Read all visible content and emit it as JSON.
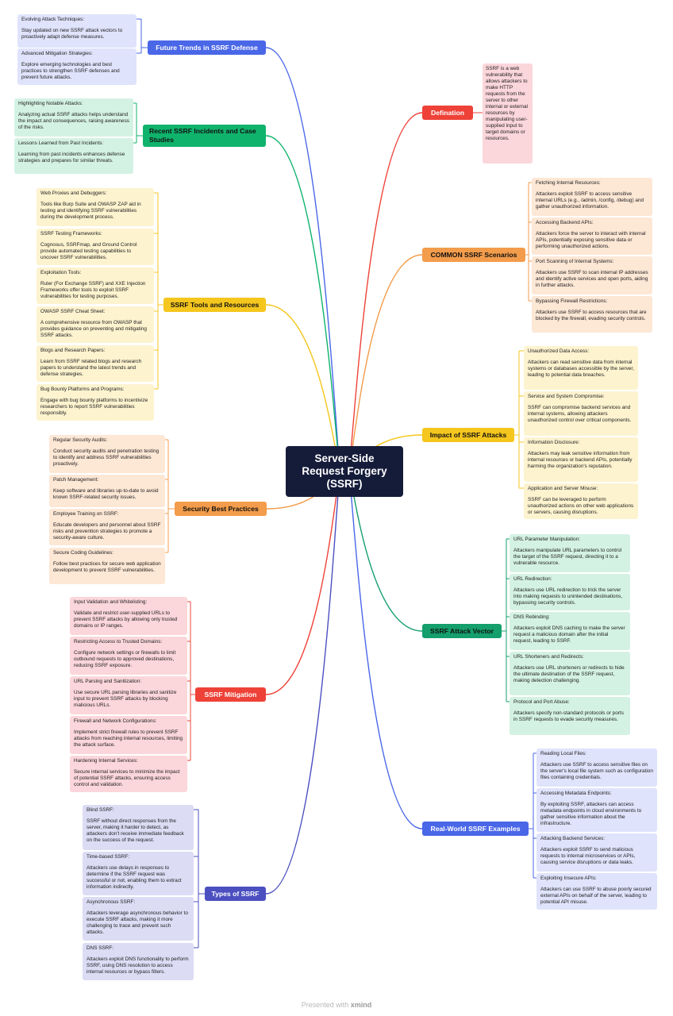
{
  "center": {
    "lines": [
      "Server-Side",
      "Request Forgery",
      "(SSRF)"
    ]
  },
  "colors": {
    "blue": "#4a67e8",
    "green": "#0fb36c",
    "yellow": "#f5c61e",
    "orange": "#f39c4b",
    "red": "#ee4238",
    "indigo": "#4b4fc0",
    "teal": "#149f6d"
  },
  "topics": [
    {
      "id": "future",
      "label": "Future Trends in SSRF Defense",
      "color": "#4a67e8",
      "text": "#ffffff",
      "cardBg": "#dfe3fb",
      "items": [
        {
          "title": "Evolving Attack Techniques:",
          "body": "Stay updated on new SSRF attack vectors to proactively adapt defense measures."
        },
        {
          "title": "Advanced Mitigation Strategies:",
          "body": "Explore emerging technologies and best practices to strengthen SSRF defenses and prevent future attacks."
        }
      ]
    },
    {
      "id": "incidents",
      "label": "Recent SSRF Incidents and Case Studies",
      "color": "#0fb36c",
      "text": "#111111",
      "cardBg": "#d4f2e4",
      "items": [
        {
          "title": "Highlighting Notable Attacks:",
          "body": "Analyzing actual SSRF attacks helps understand the impact and consequences, raising awareness of the risks."
        },
        {
          "title": "Lessons Learned from Past Incidents:",
          "body": "Learning from past incidents enhances defense strategies and prepares for similar threats."
        }
      ]
    },
    {
      "id": "tools",
      "label": "SSRF Tools and Resources",
      "color": "#f5c61e",
      "text": "#111111",
      "cardBg": "#fdf3cf",
      "items": [
        {
          "title": "Web Proxies and Debuggers:",
          "body": "Tools like Burp Suite and OWASP ZAP aid in testing and identifying SSRF vulnerabilities during the development process."
        },
        {
          "title": "SSRF Testing Frameworks:",
          "body": "Cognosus, SSRFmap, and Ground Control provide automated testing capabilities to uncover SSRF vulnerabilities."
        },
        {
          "title": "Exploitation Tools:",
          "body": "Ruler (For Exchange SSRF) and XXE Injection Frameworks offer tools to exploit SSRF vulnerabilities for testing purposes."
        },
        {
          "title": "OWASP SSRF Cheat Sheet:",
          "body": "A comprehensive resource from OWASP that provides guidance on preventing and mitigating SSRF attacks."
        },
        {
          "title": "Blogs and Research Papers:",
          "body": "Learn from SSRF related blogs and research papers to understand the latest trends and defense strategies."
        },
        {
          "title": "Bug Bounty Platforms and Programs:",
          "body": "Engage with bug bounty platforms to incentivize researchers to report SSRF vulnerabilities responsibly."
        }
      ]
    },
    {
      "id": "best",
      "label": "Security Best Practices",
      "color": "#f39c4b",
      "text": "#111111",
      "cardBg": "#fde7d5",
      "items": [
        {
          "title": "Regular Security Audits:",
          "body": "Conduct security audits and penetration testing to identify and address SSRF vulnerabilities proactively."
        },
        {
          "title": "Patch Management:",
          "body": "Keep software and libraries up-to-date to avoid known SSRF-related security issues."
        },
        {
          "title": "Employee Training on SSRF:",
          "body": "Educate developers and personnel about SSRF risks and prevention strategies to promote a security-aware culture."
        },
        {
          "title": "Secure Coding Guidelines:",
          "body": "Follow best practices for secure web application development to prevent SSRF vulnerabilities."
        }
      ]
    },
    {
      "id": "mitigation",
      "label": "SSRF Mitigation",
      "color": "#ee4238",
      "text": "#ffffff",
      "cardBg": "#fbd6da",
      "items": [
        {
          "title": "Input Validation and Whitelisting:",
          "body": "Validate and restrict user-supplied URLs to prevent SSRF attacks by allowing only trusted domains or IP ranges."
        },
        {
          "title": "Restricting Access to Trusted Domains:",
          "body": "Configure network settings or firewalls to limit outbound requests to approved destinations, reducing SSRF exposure."
        },
        {
          "title": "URL Parsing and Sanitization:",
          "body": "Use secure URL parsing libraries and sanitize input to prevent SSRF attacks by blocking malicious URLs."
        },
        {
          "title": "Firewall and Network Configurations:",
          "body": "Implement strict firewall rules to prevent SSRF attacks from reaching internal resources, limiting the attack surface."
        },
        {
          "title": "Hardening Internal Services:",
          "body": "Secure internal services to minimize the impact of potential SSRF attacks, ensuring access control and validation."
        }
      ]
    },
    {
      "id": "types",
      "label": "Types of SSRF",
      "color": "#4b4fc0",
      "text": "#ffffff",
      "cardBg": "#dcdcf5",
      "items": [
        {
          "title": "Blind SSRF:",
          "body": "SSRF without direct responses from the server, making it harder to detect, as attackers don't receive immediate feedback on the success of the request."
        },
        {
          "title": "Time-based SSRF:",
          "body": "Attackers use delays in responses to determine if the SSRF request was successful or not, enabling them to extract information indirectly."
        },
        {
          "title": "Asynchronous SSRF:",
          "body": "Attackers leverage asynchronous behavior to execute SSRF attacks, making it more challenging to trace and prevent such attacks."
        },
        {
          "title": "DNS SSRF:",
          "body": "Attackers exploit DNS functionality to perform SSRF, using DNS resolution to access internal resources or bypass filters."
        }
      ]
    },
    {
      "id": "definition",
      "label": "Defination",
      "color": "#ee4238",
      "text": "#ffffff",
      "cardBg": "#fbd6da",
      "body": "SSRF is a web vulnerability that allows attackers to make HTTP requests from the server to other internal or external resources by manipulating user-supplied input to target domains or resources."
    },
    {
      "id": "scenarios",
      "label": "COMMON SSRF Scenarios",
      "color": "#f39c4b",
      "text": "#111111",
      "cardBg": "#fde7d5",
      "items": [
        {
          "title": "Fetching Internal Resources:",
          "body": "Attackers exploit SSRF to access sensitive internal URLs (e.g., /admin, /config, /debug) and gather unauthorized information."
        },
        {
          "title": "Accessing Backend APIs:",
          "body": "Attackers force the server to interact with internal APIs, potentially exposing sensitive data or performing unauthorized actions."
        },
        {
          "title": "Port Scanning of Internal Systems:",
          "body": "Attackers use SSRF to scan internal IP addresses and identify active services and open ports, aiding in further attacks."
        },
        {
          "title": "Bypassing Firewall Restrictions:",
          "body": "Attackers use SSRF to access resources that are blocked by the firewall, evading security controls."
        }
      ]
    },
    {
      "id": "impact",
      "label": "Impact of SSRF Attacks",
      "color": "#f5c61e",
      "text": "#111111",
      "cardBg": "#fdf3cf",
      "items": [
        {
          "title": "Unauthorized Data Access:",
          "body": "Attackers can read sensitive data from internal systems or databases accessible by the server, leading to potential data breaches."
        },
        {
          "title": "Service and System Compromise:",
          "body": "SSRF can compromise backend services and internal systems, allowing attackers unauthorized control over critical components."
        },
        {
          "title": "Information Disclosure:",
          "body": "Attackers may leak sensitive information from internal resources or backend APIs, potentially harming the organization's reputation."
        },
        {
          "title": "Application and Server Misuse:",
          "body": "SSRF can be leveraged to perform unauthorized actions on other web applications or servers, causing disruptions."
        }
      ]
    },
    {
      "id": "vector",
      "label": "SSRF Attack Vector",
      "color": "#149f6d",
      "text": "#111111",
      "cardBg": "#d4f2e4",
      "items": [
        {
          "title": "URL Parameter Manipulation:",
          "body": "Attackers manipulate URL parameters to control the target of the SSRF request, directing it to a vulnerable resource."
        },
        {
          "title": "URL Redirection:",
          "body": "Attackers use URL redirection to trick the server into making requests to unintended destinations, bypassing security controls."
        },
        {
          "title": "DNS Rebinding:",
          "body": "Attackers exploit DNS caching to make the server request a malicious domain after the initial request, leading to SSRF."
        },
        {
          "title": "URL Shorteners and Redirects:",
          "body": "Attackers use URL shorteners or redirects to hide the ultimate destination of the SSRF request, making detection challenging."
        },
        {
          "title": "Protocol and Port Abuse:",
          "body": "Attackers specify non-standard protocols or ports in SSRF requests to evade security measures."
        }
      ]
    },
    {
      "id": "realworld",
      "label": "Real-World SSRF Examples",
      "color": "#4a67e8",
      "text": "#ffffff",
      "cardBg": "#dfe3fb",
      "items": [
        {
          "title": "Reading Local Files:",
          "body": "Attackers use SSRF to access sensitive files on the server's local file system such as configuration files containing credentials."
        },
        {
          "title": "Accessing Metadata Endpoints:",
          "body": "By exploiting SSRF, attackers can access metadata endpoints in cloud environments to gather sensitive information about the infrastructure."
        },
        {
          "title": "Attacking Backend Services:",
          "body": "Attackers exploit SSRF to send malicious requests to internal microservices or APIs, causing service disruptions or data leaks."
        },
        {
          "title": "Exploiting Insecure APIs:",
          "body": "Attackers can use SSRF to abuse poorly secured external APIs on behalf of the server, leading to potential API misuse."
        }
      ]
    }
  ],
  "footer": {
    "prefix": "Presented with",
    "brand": "xmind"
  }
}
